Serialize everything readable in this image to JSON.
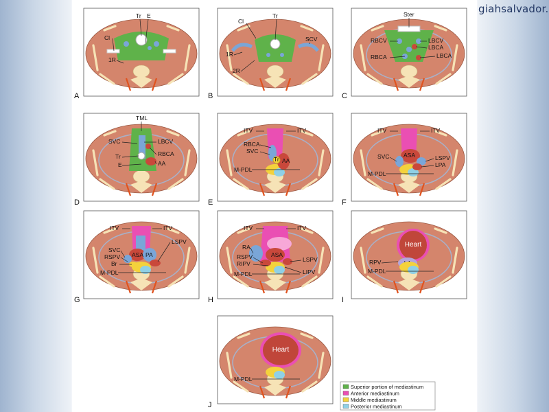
{
  "site": {
    "brand": "giahsalvador.cl"
  },
  "colors": {
    "tissue": "#d4856c",
    "bone": "#f6e3b6",
    "superior": "#5fb24a",
    "anterior": "#ea4fb3",
    "anterior_light": "#f7a8d8",
    "middle": "#f4d23c",
    "posterior": "#8fd0e6",
    "vessel_blue": "#7aa6d8",
    "artery_red": "#c9483b",
    "lung_line": "#a8b0c8",
    "heart": "#c0463a",
    "rib_orange": "#e0531f"
  },
  "panels": [
    {
      "id": "A",
      "letter": "A",
      "labels": [
        {
          "name": "Tr",
          "text": "Tr"
        },
        {
          "name": "E",
          "text": "E"
        },
        {
          "name": "Cl",
          "text": "Cl"
        },
        {
          "name": "1R",
          "text": "1R"
        }
      ]
    },
    {
      "id": "B",
      "letter": "B",
      "labels": [
        {
          "name": "Tr",
          "text": "Tr"
        },
        {
          "name": "Cl",
          "text": "Cl"
        },
        {
          "name": "SCV",
          "text": "SCV"
        },
        {
          "name": "1R",
          "text": "1R"
        },
        {
          "name": "2R",
          "text": "2R"
        }
      ]
    },
    {
      "id": "C",
      "letter": "C",
      "labels": [
        {
          "name": "Ster",
          "text": "Ster"
        },
        {
          "name": "RBCV",
          "text": "RBCV"
        },
        {
          "name": "LBCV",
          "text": "LBCV"
        },
        {
          "name": "LBCA",
          "text": "LBCA"
        },
        {
          "name": "RBCA",
          "text": "RBCA"
        },
        {
          "name": "LBCA2",
          "text": "LBCA"
        }
      ]
    },
    {
      "id": "D",
      "letter": "D",
      "labels": [
        {
          "name": "TML",
          "text": "TML"
        },
        {
          "name": "SVC",
          "text": "SVC"
        },
        {
          "name": "LBCV",
          "text": "LBCV"
        },
        {
          "name": "RBCA",
          "text": "RBCA"
        },
        {
          "name": "Tr",
          "text": "Tr"
        },
        {
          "name": "E",
          "text": "E"
        },
        {
          "name": "AA",
          "text": "AA"
        }
      ]
    },
    {
      "id": "E",
      "letter": "E",
      "labels": [
        {
          "name": "ITV1",
          "text": "ITV"
        },
        {
          "name": "ITV2",
          "text": "ITV"
        },
        {
          "name": "RBCA",
          "text": "RBCA"
        },
        {
          "name": "SVC",
          "text": "SVC"
        },
        {
          "name": "Tr",
          "text": "Tr"
        },
        {
          "name": "AA",
          "text": "AA"
        },
        {
          "name": "MPDL",
          "text": "M-PDL"
        }
      ]
    },
    {
      "id": "F",
      "letter": "F",
      "labels": [
        {
          "name": "ITV1",
          "text": "ITV"
        },
        {
          "name": "ITV2",
          "text": "ITV"
        },
        {
          "name": "ASA",
          "text": "ASA"
        },
        {
          "name": "SVC",
          "text": "SVC"
        },
        {
          "name": "LSPV",
          "text": "LSPV"
        },
        {
          "name": "LPA",
          "text": "LPA"
        },
        {
          "name": "MPDL",
          "text": "M-PDL"
        }
      ]
    },
    {
      "id": "G",
      "letter": "G",
      "labels": [
        {
          "name": "ITV1",
          "text": "ITV"
        },
        {
          "name": "ITV2",
          "text": "ITV"
        },
        {
          "name": "LSPV",
          "text": "LSPV"
        },
        {
          "name": "SVC",
          "text": "SVC"
        },
        {
          "name": "ASA",
          "text": "ASA"
        },
        {
          "name": "PA",
          "text": "PA"
        },
        {
          "name": "RSPV",
          "text": "RSPV"
        },
        {
          "name": "Br",
          "text": "Br"
        },
        {
          "name": "MPDL",
          "text": "M-PDL"
        }
      ]
    },
    {
      "id": "H",
      "letter": "H",
      "labels": [
        {
          "name": "ITV1",
          "text": "ITV"
        },
        {
          "name": "ITV2",
          "text": "ITV"
        },
        {
          "name": "RA",
          "text": "RA"
        },
        {
          "name": "ASA",
          "text": "ASA"
        },
        {
          "name": "RSPV",
          "text": "RSPV"
        },
        {
          "name": "LSPV",
          "text": "LSPV"
        },
        {
          "name": "RIPV",
          "text": "RIPV"
        },
        {
          "name": "MPDL",
          "text": "M-PDL"
        },
        {
          "name": "LIPV",
          "text": "LIPV"
        }
      ]
    },
    {
      "id": "I",
      "letter": "I",
      "labels": [
        {
          "name": "Heart",
          "text": "Heart"
        },
        {
          "name": "LA",
          "text": "LA"
        },
        {
          "name": "RPV",
          "text": "RPV"
        },
        {
          "name": "MPDL",
          "text": "M-PDL"
        }
      ]
    },
    {
      "id": "J",
      "letter": "J",
      "labels": [
        {
          "name": "Heart",
          "text": "Heart"
        },
        {
          "name": "MPDL",
          "text": "M-PDL"
        }
      ]
    }
  ],
  "legend": [
    {
      "label": "Superior portion of mediastinum",
      "color": "#5fb24a"
    },
    {
      "label": "Anterior mediastinum",
      "color": "#ea4fb3"
    },
    {
      "label": "Middle mediastinum",
      "color": "#f4d23c"
    },
    {
      "label": "Posterior mediastinum",
      "color": "#8fd0e6"
    }
  ]
}
